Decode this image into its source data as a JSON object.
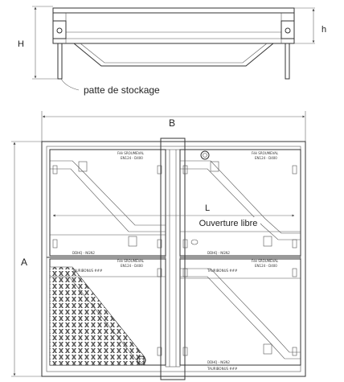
{
  "labels": {
    "H": "H",
    "h": "h",
    "storage_leg": "patte de stockage",
    "B": "B",
    "A": "A",
    "L": "L",
    "clear_opening": "Ouverture libre"
  },
  "plate_marks": {
    "maker": "Fèè SROUMEVAL",
    "norm": "EN124 - D400",
    "ref": "DDHQ - NGN2",
    "tag": "TAURIBONUS ###"
  },
  "colors": {
    "line": "#333333",
    "hatch_fill": "#555555",
    "background": "#ffffff"
  }
}
